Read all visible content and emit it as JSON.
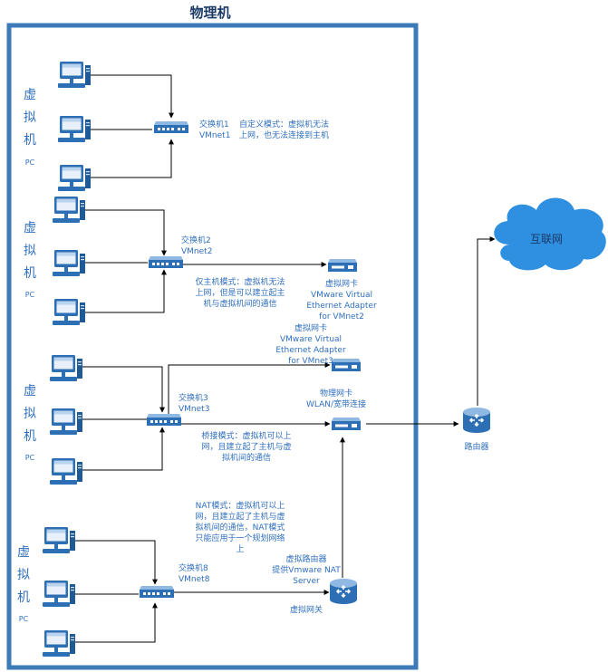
{
  "title": "物理机",
  "colors": {
    "frame": "#3d7ab8",
    "text": "#2f6fbd",
    "device": "#2d6fb4",
    "cloud": "#2f8fe0"
  },
  "groups": [
    {
      "side_label": [
        "虚",
        "拟",
        "机",
        "PC"
      ]
    },
    {
      "side_label": [
        "虚",
        "拟",
        "机",
        "PC"
      ]
    },
    {
      "side_label": [
        "虚",
        "拟",
        "机",
        "PC"
      ]
    },
    {
      "side_label": [
        "虚",
        "拟",
        "机",
        "PC"
      ]
    }
  ],
  "switches": {
    "s1": [
      "交换机1",
      "VMnet1"
    ],
    "s2": [
      "交换机2",
      "VMnet2"
    ],
    "s3": [
      "交换机3",
      "VMnet3"
    ],
    "s8": [
      "交换机8",
      "VMnet8"
    ]
  },
  "notes": {
    "custom": [
      "自定义模式：虚拟机无法",
      "上网，也无法连接到主机"
    ],
    "host_only": [
      "仅主机模式：虚拟机无法",
      "上网，但是可以建立起主",
      "机与虚拟机间的通信"
    ],
    "bridge": [
      "桥接模式：虚拟机可以上",
      "网，且建立起了主机与虚",
      "拟机间的通信"
    ],
    "nat": [
      "NAT模式：虚拟机可以上",
      "网，且建立起了主机与虚",
      "拟机间的通信，NAT模式",
      "只能应用于一个规划网络",
      "上"
    ]
  },
  "adapters": {
    "vmnet2": [
      "虚拟网卡",
      "VMware Virtual",
      "Ethernet Adapter",
      "for VMnet2"
    ],
    "vmnet3": [
      "虚拟网卡",
      "VMware Virtual",
      "Ethernet Adapter",
      "for VMnet3"
    ],
    "physical": [
      "物理网卡",
      "WLAN/宽带连接"
    ]
  },
  "nat_router": [
    "虚拟路由器",
    "提供Vmware NAT",
    "Server"
  ],
  "nat_gateway_label": "虚拟网关",
  "router_label": "路由器",
  "internet_label": "互联网",
  "icons": [
    "pc-icon",
    "switch-icon",
    "network-card-icon",
    "router-icon",
    "cloud-icon"
  ]
}
